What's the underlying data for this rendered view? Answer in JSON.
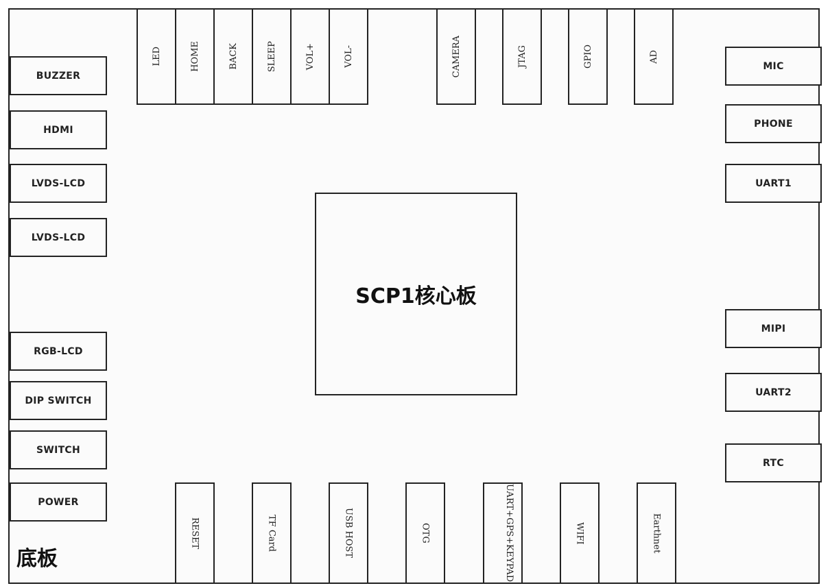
{
  "core": {
    "label": "SCP1核心板"
  },
  "board": {
    "label": "底板"
  },
  "left": [
    "BUZZER",
    "HDMI",
    "LVDS-LCD",
    "LVDS-LCD",
    "RGB-LCD",
    "DIP SWITCH",
    "SWITCH",
    "POWER"
  ],
  "right": [
    "MIC",
    "PHONE",
    "UART1",
    "MIPI",
    "UART2",
    "RTC"
  ],
  "top": [
    "LED",
    "HOME",
    "BACK",
    "SLEEP",
    "VOL+",
    "VOL-",
    "CAMERA",
    "JTAG",
    "GPIO",
    "AD"
  ],
  "bottom": [
    "RESET",
    "TF Card",
    "USB HOST",
    "OTG",
    "UART+GPS+KEYPAD",
    "WIFI",
    "Earthnet"
  ]
}
